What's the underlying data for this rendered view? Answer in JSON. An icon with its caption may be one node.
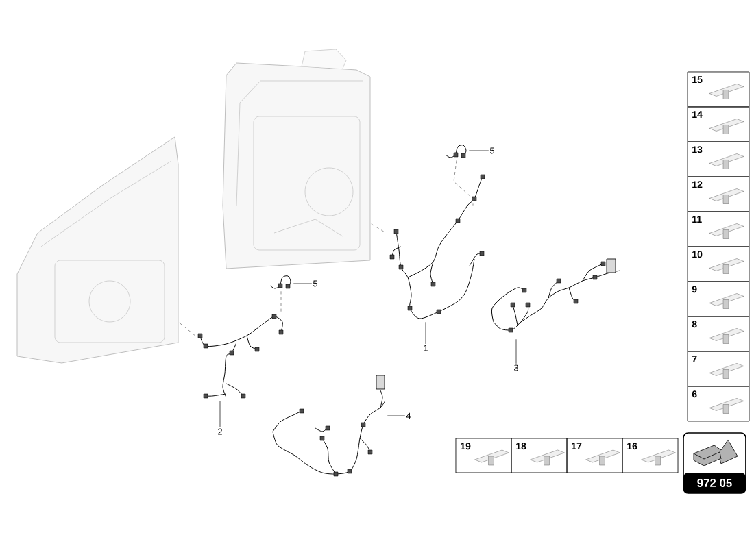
{
  "diagram": {
    "nodes": [
      {
        "text": [],
        "shape": "picture"
      },
      {
        "text": [],
        "shape": "picture"
      },
      {
        "text": [],
        "shape": "picture"
      },
      {
        "text": [],
        "shape": "picture"
      },
      {
        "text": [],
        "shape": "picture"
      },
      {
        "text": [],
        "shape": "picture"
      },
      {
        "text": [],
        "shape": "picture"
      },
      {
        "text": [],
        "shape": "picture"
      },
      {
        "text": [
          "1"
        ]
      },
      {
        "text": [
          "2"
        ]
      },
      {
        "text": [
          "3"
        ]
      },
      {
        "text": [
          "4"
        ]
      },
      {
        "text": [
          "5"
        ]
      },
      {
        "text": [
          "5"
        ]
      },
      {
        "text": [
          "15"
        ]
      },
      {
        "text": [
          "14"
        ]
      },
      {
        "text": [
          "13"
        ]
      },
      {
        "text": [
          "12"
        ]
      },
      {
        "text": [
          "11"
        ]
      },
      {
        "text": [
          "10"
        ]
      },
      {
        "text": [
          "9"
        ]
      },
      {
        "text": [
          "8"
        ]
      },
      {
        "text": [
          "7"
        ]
      },
      {
        "text": [
          "6"
        ]
      },
      {
        "text": [
          "19"
        ]
      },
      {
        "text": [
          "18"
        ]
      },
      {
        "text": [
          "17"
        ]
      },
      {
        "text": [
          "16"
        ]
      },
      {
        "text": [
          "972 05"
        ]
      }
    ],
    "edges": [
      {
        "from": 8,
        "to": 2,
        "arrow": "none"
      },
      {
        "from": 9,
        "to": 3,
        "arrow": "none"
      },
      {
        "from": 10,
        "to": 4,
        "arrow": "none"
      },
      {
        "from": 11,
        "to": 5,
        "arrow": "none"
      },
      {
        "from": 12,
        "to": 6,
        "arrow": "none"
      },
      {
        "from": 13,
        "to": 7,
        "arrow": "none"
      },
      {
        "from": 6,
        "to": 2,
        "arrow": "none",
        "style": "dashed",
        "color": "#666666"
      },
      {
        "from": 7,
        "to": 3,
        "arrow": "none",
        "style": "dashed",
        "color": "#666666"
      },
      {
        "from": 2,
        "to": 1,
        "arrow": "none",
        "style": "dashed",
        "color": "#666666"
      },
      {
        "from": 3,
        "to": 0,
        "arrow": "none",
        "style": "dashed",
        "color": "#666666"
      }
    ]
  }
}
